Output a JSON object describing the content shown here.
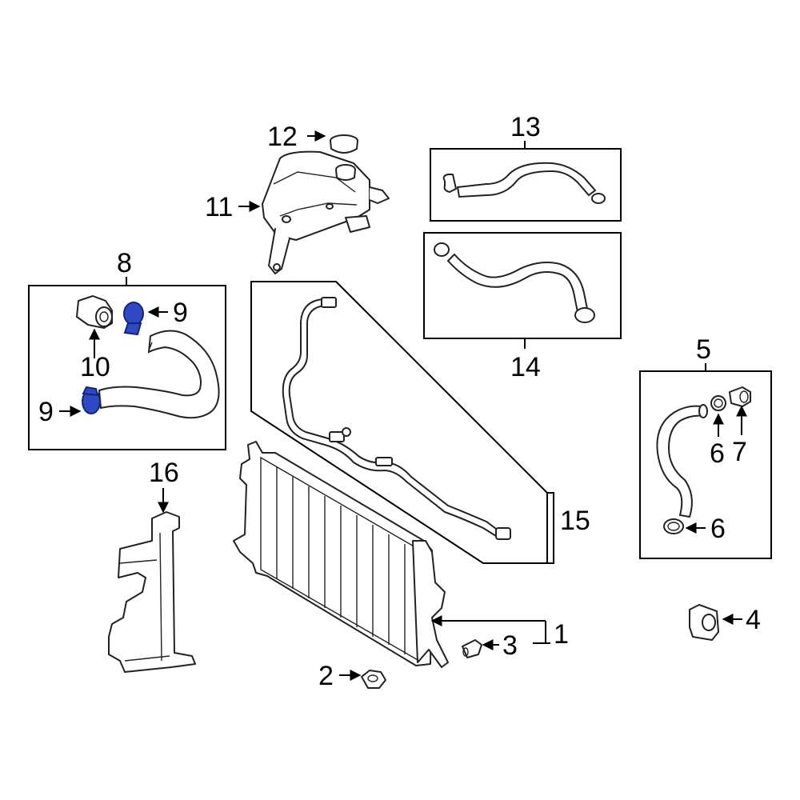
{
  "colors": {
    "line": "#000000",
    "highlight": "#2f49c4",
    "background": "#ffffff"
  },
  "callouts": {
    "c1": "1",
    "c2": "2",
    "c3": "3",
    "c4": "4",
    "c5": "5",
    "c6a": "6",
    "c6b": "6",
    "c7": "7",
    "c8": "8",
    "c9a": "9",
    "c9b": "9",
    "c10": "10",
    "c11": "11",
    "c12": "12",
    "c13": "13",
    "c14": "14",
    "c15": "15",
    "c16": "16"
  }
}
